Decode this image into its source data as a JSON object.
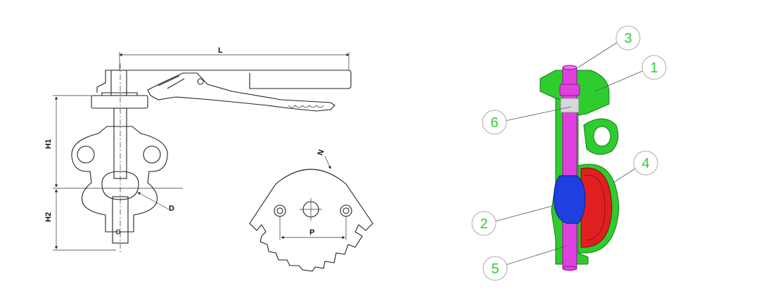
{
  "drawing": {
    "dimensions": {
      "length": "L",
      "height_upper": "H1",
      "height_lower": "H2",
      "diameter": "D",
      "notch": "N",
      "pitch": "P"
    }
  },
  "exploded_view": {
    "callouts": [
      "1",
      "2",
      "3",
      "4",
      "5",
      "6"
    ],
    "colors": {
      "body": "#2ecc2e",
      "stem": "#e040e0",
      "disc": "#1f3fe0",
      "seat": "#e02020",
      "bushing": "#d8d8d8",
      "callout_text": "#2ecc2e"
    }
  }
}
